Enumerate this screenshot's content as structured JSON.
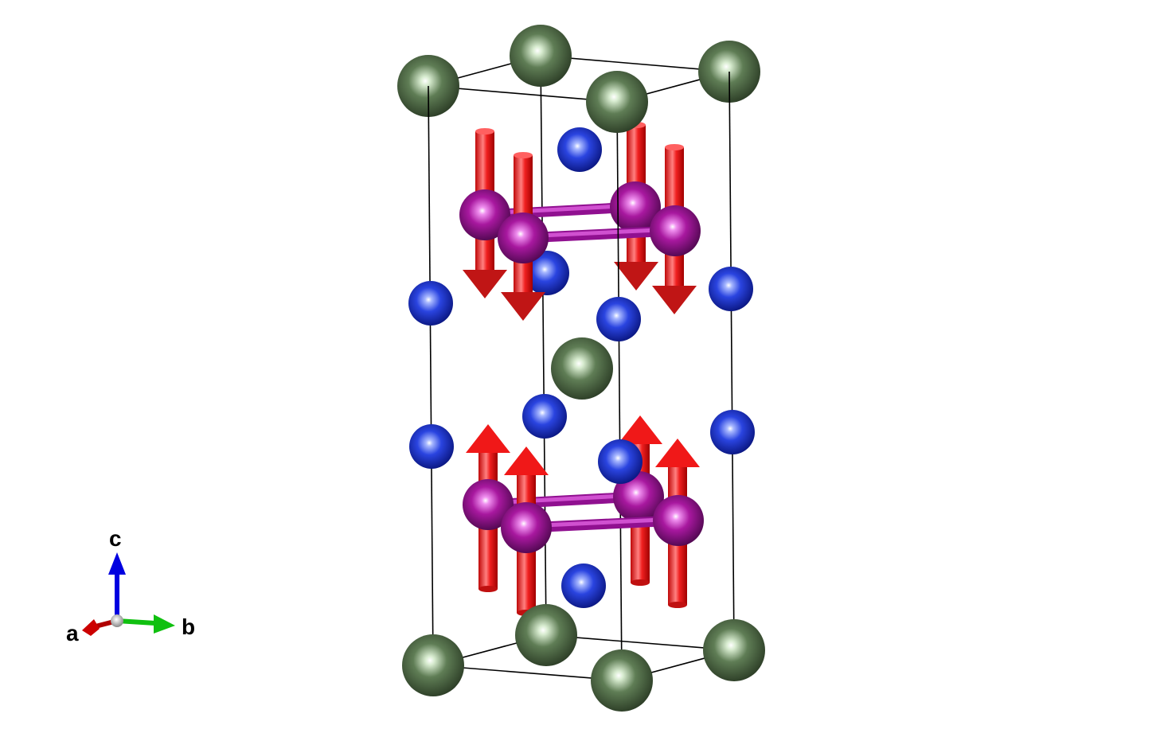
{
  "axes": {
    "a_label": "a",
    "b_label": "b",
    "c_label": "c"
  },
  "colors": {
    "green_atom": "#4f6a45",
    "blue_atom": "#1f35d8",
    "magenta_atom": "#a0169c",
    "spin_arrow": "#e81818",
    "bond": "#b020b0",
    "cell_line": "#000000",
    "axis_a": "#cc0000",
    "axis_b": "#10c010",
    "axis_c": "#0000e0"
  },
  "spins": {
    "upper_layer": "down",
    "lower_layer": "up"
  }
}
